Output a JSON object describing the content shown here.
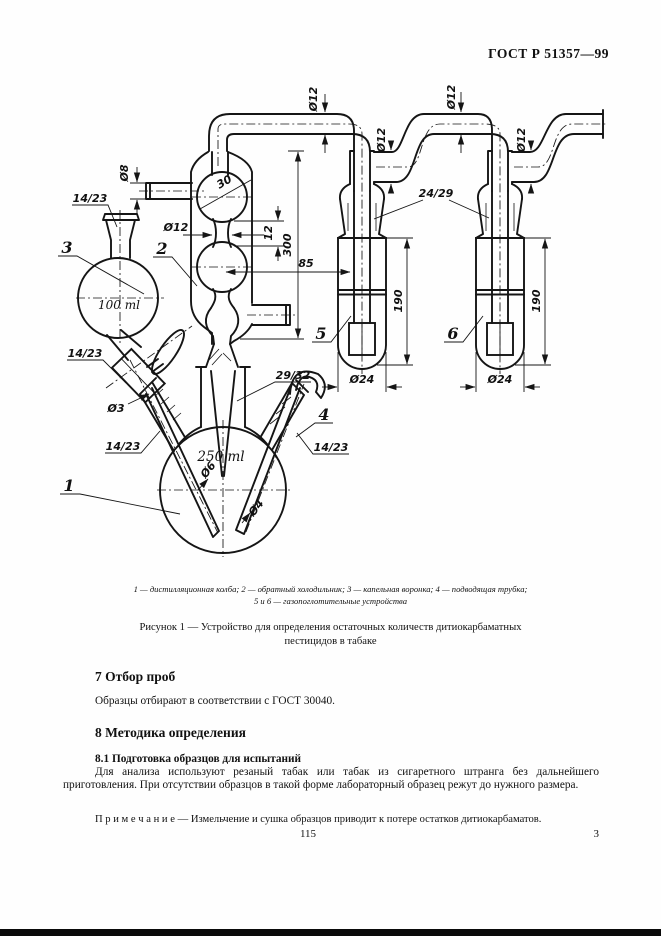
{
  "header": {
    "standard": "ГОСТ Р 51357—99"
  },
  "figure": {
    "caption_line1": "1 — дистилляционная колба; 2 — обратный холодильник; 3 — капельная воронка; 4 — подводящая трубка;",
    "caption_line2": "5 и 6 — газопоглотительные устройства",
    "name_line1": "Рисунок 1 — Устройство для определения остаточных количеств дитиокарбаматных",
    "name_line2": "пестицидов в табаке",
    "parts": {
      "p1": "1",
      "p2": "2",
      "p3": "3",
      "p4": "4",
      "p5": "5",
      "p6": "6"
    },
    "dims": {
      "joint_14_23": "14/23",
      "joint_24_29": "24/29",
      "joint_29_32": "29/32",
      "dia12": "Ø12",
      "dia8": "Ø8",
      "dia24": "Ø24",
      "dia3": "Ø3",
      "dia6": "Ø6",
      "dia4": "Ø4",
      "len300": "300",
      "len190": "190",
      "len85": "85",
      "len12": "12",
      "len30": "30",
      "vol100": "100 ml",
      "vol250": "250 ml"
    }
  },
  "sections": {
    "s7_title": "7 Отбор проб",
    "s7_body": "Образцы отбирают в соответствии с ГОСТ 30040.",
    "s8_title": "8 Методика определения",
    "s81_title": "8.1 Подготовка образцов для испытаний",
    "s81_body": "Для анализа используют резаный табак или табак из сигаретного штранга без дальнейшего приготовления. При отсутствии образцов в такой форме лабораторный образец режут до нужного размера.",
    "note": "П р и м е ч а н и е — Измельчение и сушка образцов приводит к потере остатков дитиокарбаматов."
  },
  "footer": {
    "page_inner": "115",
    "page_outer": "3"
  }
}
